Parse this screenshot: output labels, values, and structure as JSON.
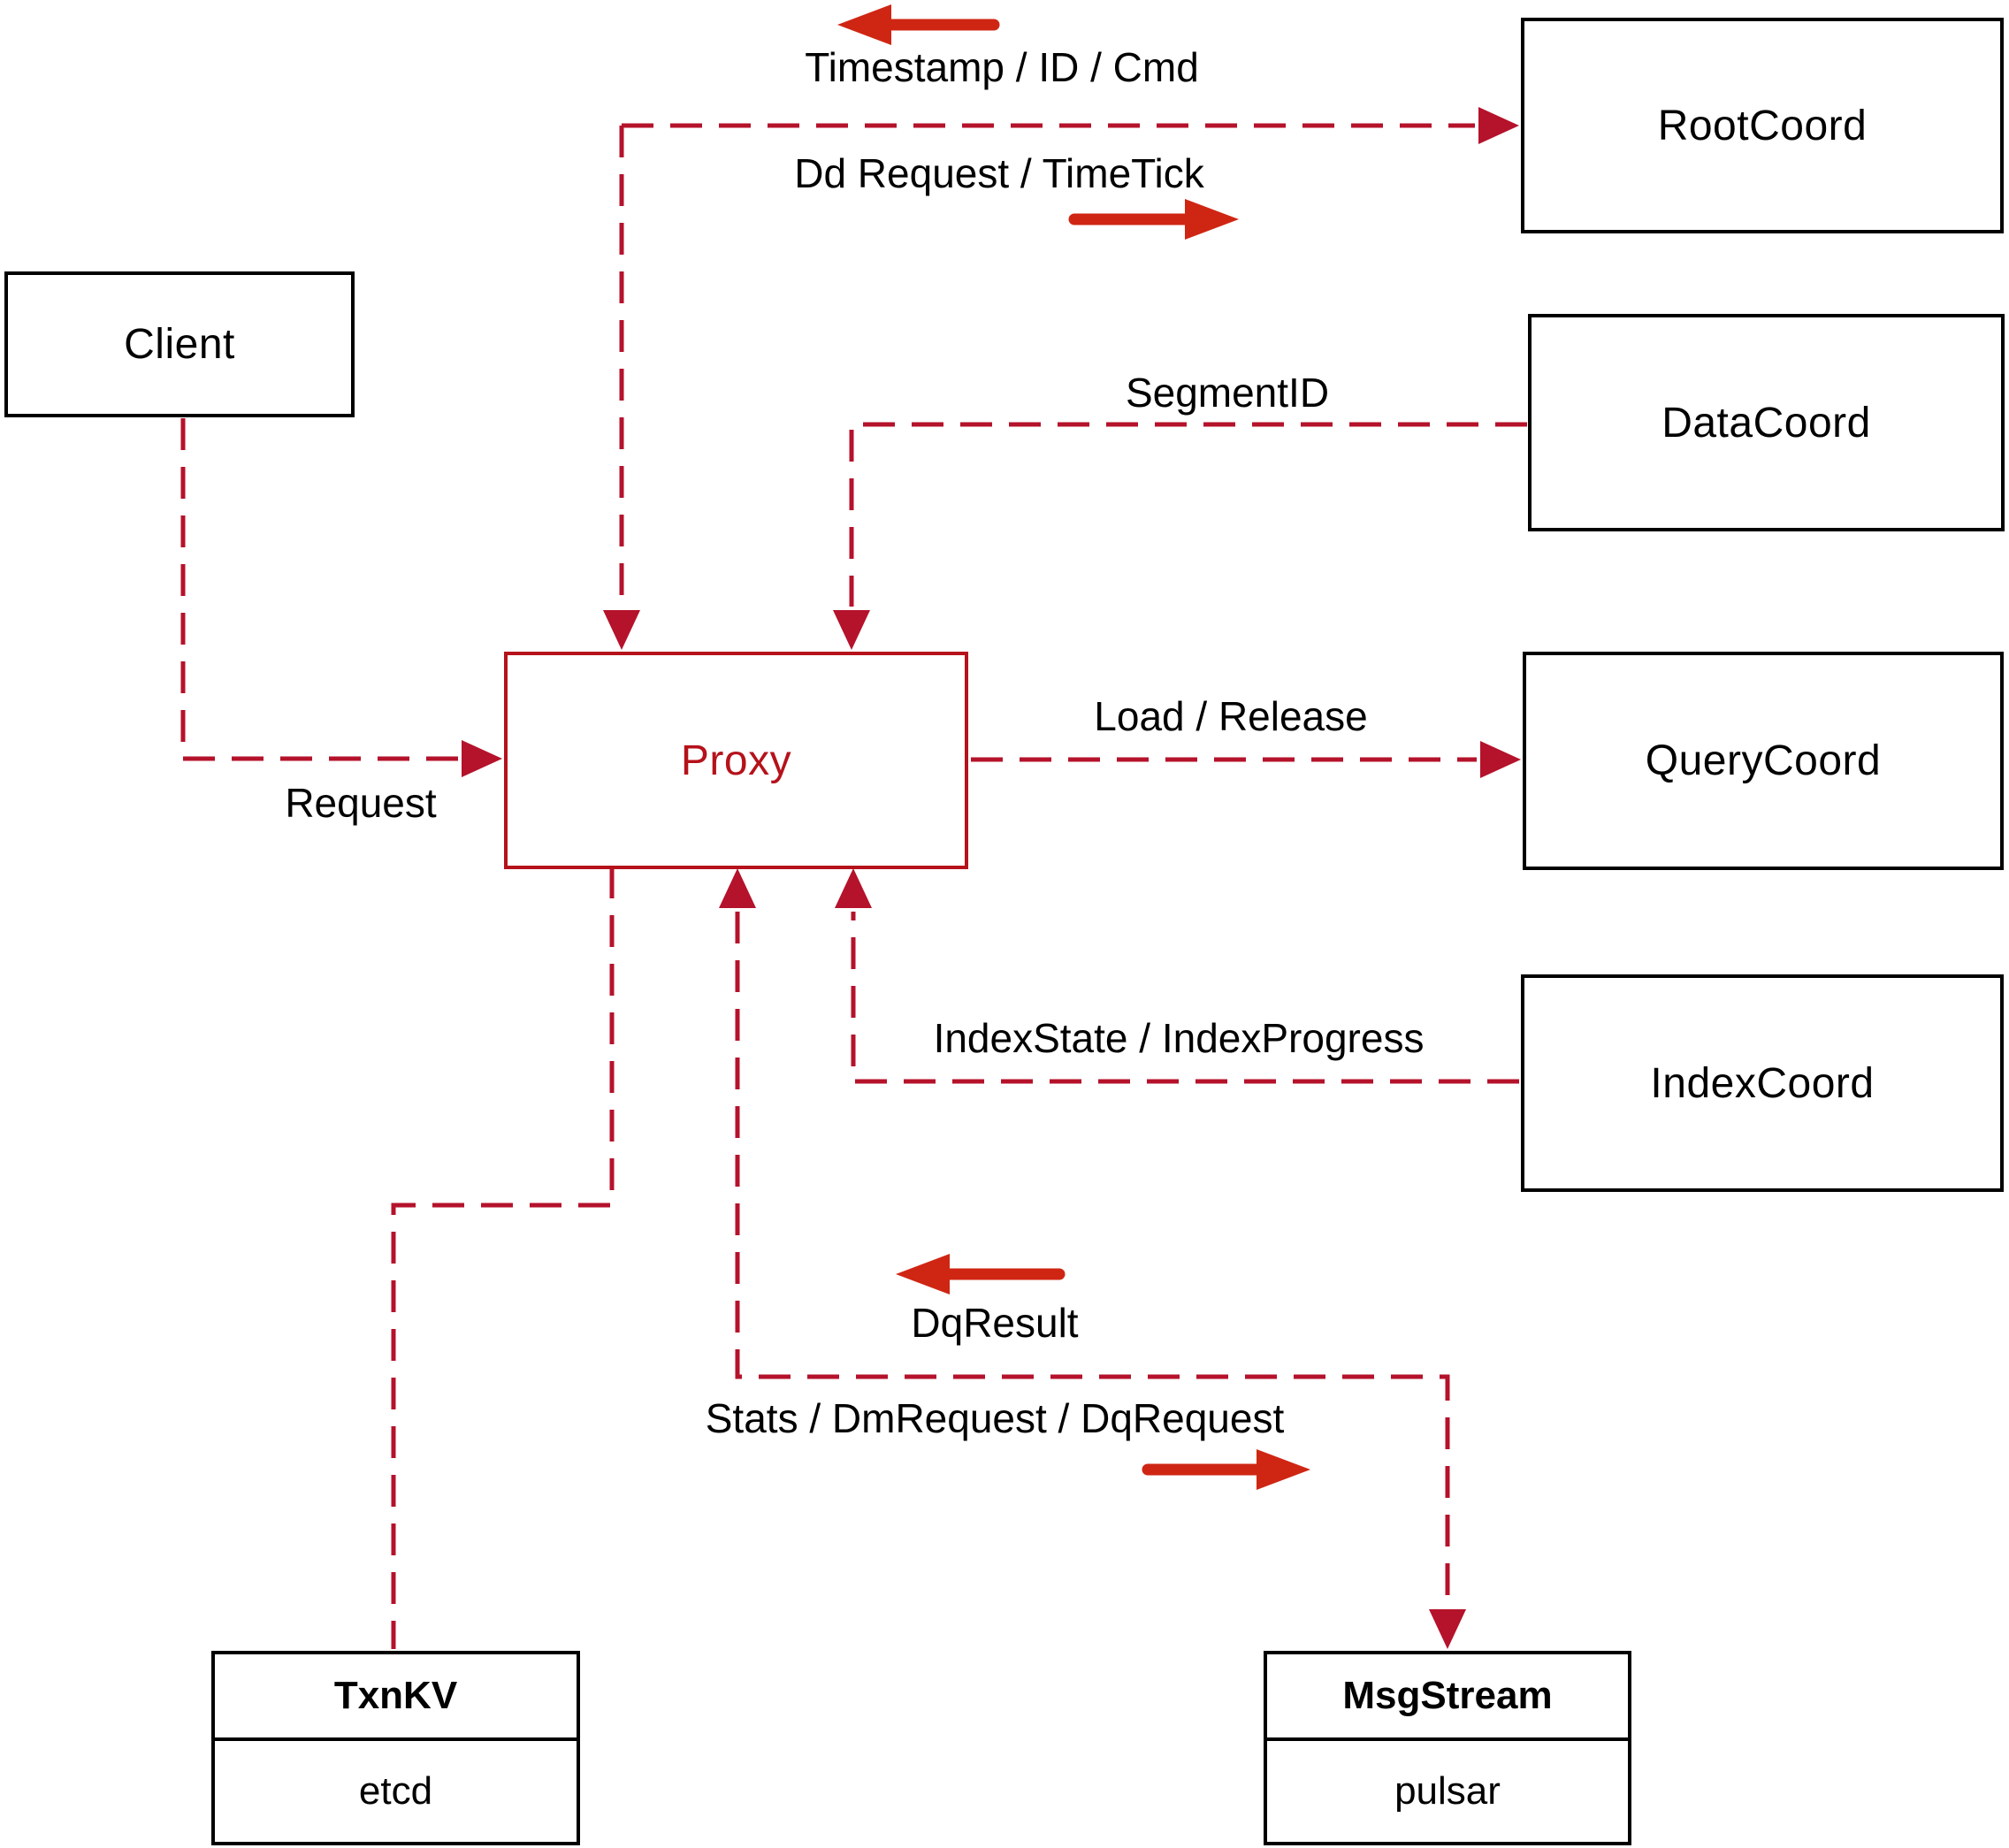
{
  "diagram": {
    "nodes": {
      "client": {
        "label": "Client"
      },
      "proxy": {
        "label": "Proxy"
      },
      "root_coord": {
        "label": "RootCoord"
      },
      "data_coord": {
        "label": "DataCoord"
      },
      "query_coord": {
        "label": "QueryCoord"
      },
      "index_coord": {
        "label": "IndexCoord"
      },
      "txn_kv": {
        "title": "TxnKV",
        "subtitle": "etcd"
      },
      "msg_stream": {
        "title": "MsgStream",
        "subtitle": "pulsar"
      }
    },
    "edge_labels": {
      "timestamp_id_cmd": "Timestamp / ID / Cmd",
      "dd_request_timetick": "Dd Request / TimeTick",
      "segment_id": "SegmentID",
      "request": "Request",
      "load_release": "Load / Release",
      "index_state_index_progress": "IndexState / IndexProgress",
      "dq_result": "DqResult",
      "stats_dm_dq_request": "Stats / DmRequest / DqRequest"
    },
    "edges": [
      {
        "from": "Client",
        "to": "Proxy",
        "label": "Request",
        "arrow": "into-proxy"
      },
      {
        "from": "Proxy",
        "to": "RootCoord",
        "labels": [
          "Timestamp / ID / Cmd",
          "Dd Request / TimeTick"
        ],
        "arrow": "both-directions"
      },
      {
        "from": "DataCoord",
        "to": "Proxy",
        "label": "SegmentID",
        "arrow": "into-proxy"
      },
      {
        "from": "Proxy",
        "to": "QueryCoord",
        "label": "Load / Release",
        "arrow": "into-querycoord"
      },
      {
        "from": "IndexCoord",
        "to": "Proxy",
        "label": "IndexState / IndexProgress",
        "arrow": "into-proxy"
      },
      {
        "from": "Proxy",
        "to": "MsgStream",
        "labels": [
          "DqResult",
          "Stats / DmRequest / DqRequest"
        ],
        "arrow": "both-directions"
      },
      {
        "from": "Proxy",
        "to": "TxnKV",
        "arrow": "none"
      }
    ],
    "colors": {
      "dashed_line": "#b5122b",
      "solid_arrow": "#cf2613",
      "proxy_accent": "#b5121b",
      "box_border": "#000000",
      "text": "#000000",
      "background": "#ffffff"
    }
  }
}
